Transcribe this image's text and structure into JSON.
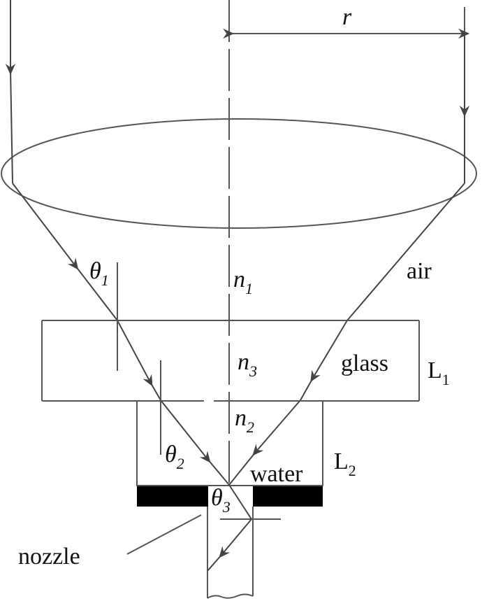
{
  "labels": {
    "radius": "r",
    "theta1": "θ",
    "theta1_sub": "1",
    "theta2": "θ",
    "theta2_sub": "2",
    "theta3": "θ",
    "theta3_sub": "3",
    "n1": "n",
    "n1_sub": "1",
    "n2": "n",
    "n2_sub": "2",
    "n3": "n",
    "n3_sub": "3",
    "air": "air",
    "glass": "glass",
    "water": "water",
    "L1": "L",
    "L1_sub": "1",
    "L2": "L",
    "L2_sub": "2",
    "nozzle": "nozzle"
  },
  "colors": {
    "line": "#555555",
    "plate": "#000000"
  }
}
